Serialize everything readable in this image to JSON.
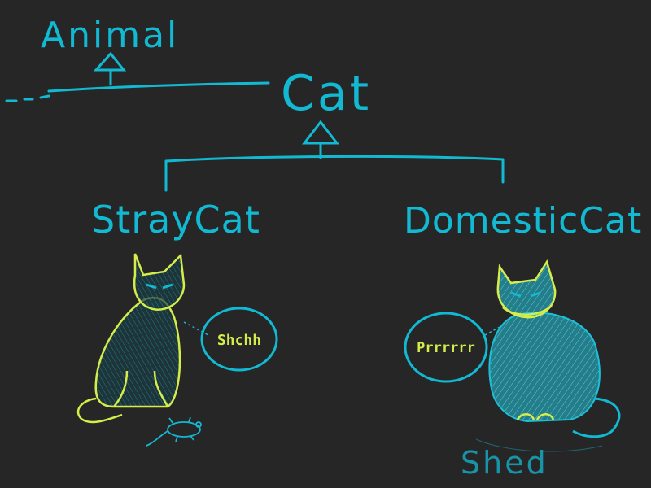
{
  "diagram": {
    "nodes": {
      "animal": "Animal",
      "cat": "Cat",
      "stray_cat": "StrayCat",
      "domestic_cat": "DomesticCat"
    },
    "speech": {
      "stray": "Shchh",
      "domestic": "Prrrrrr"
    },
    "annotation": "Shed",
    "colors": {
      "background": "#262626",
      "cyan": "#12b9d3",
      "yellow": "#d6ec4a"
    }
  }
}
